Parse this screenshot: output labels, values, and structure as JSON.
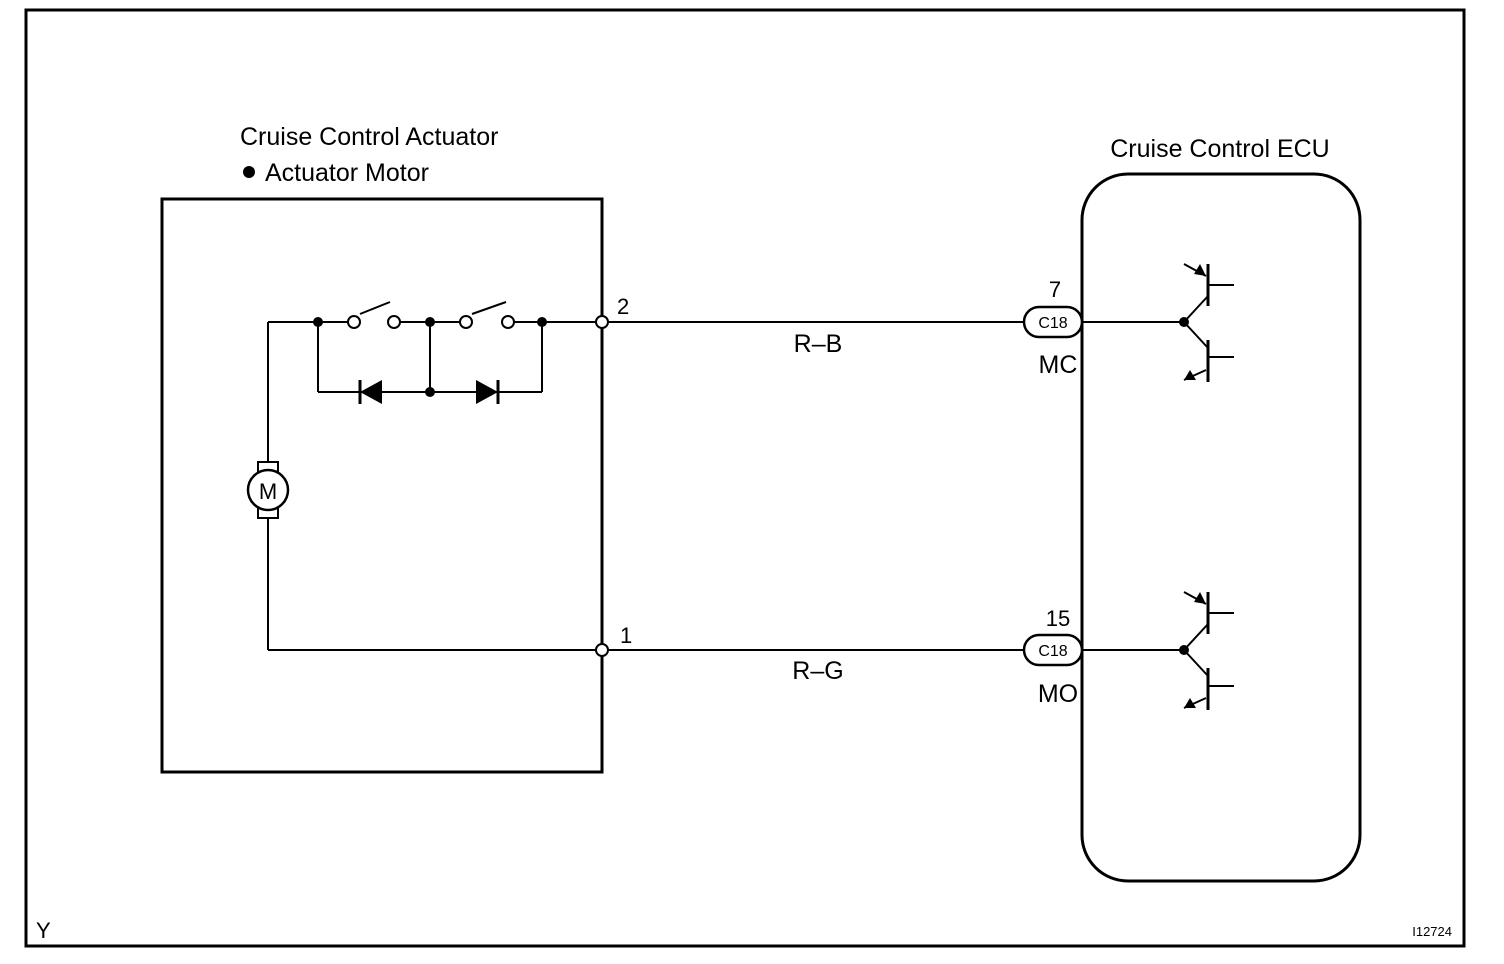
{
  "actuator": {
    "title": "Cruise Control Actuator",
    "subtitle": "Actuator Motor",
    "motor_symbol": "M"
  },
  "ecu": {
    "title": "Cruise Control ECU"
  },
  "wires": [
    {
      "actuator_pin": "2",
      "color_code": "R–B",
      "ecu_pin": "7",
      "connector": "C18",
      "terminal": "MC"
    },
    {
      "actuator_pin": "1",
      "color_code": "R–G",
      "ecu_pin": "15",
      "connector": "C18",
      "terminal": "MO"
    }
  ],
  "footer": {
    "left": "Y",
    "right": "I12724"
  }
}
